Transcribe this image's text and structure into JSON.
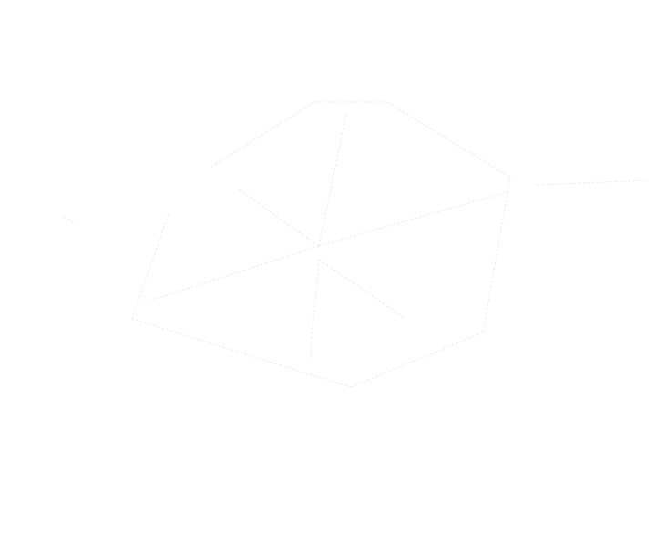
{
  "diagram": {
    "background_color": "#ffffff",
    "line_color": "#ececec",
    "line_style": "faint-dotted",
    "node_count": 11,
    "edge_count": 15
  }
}
